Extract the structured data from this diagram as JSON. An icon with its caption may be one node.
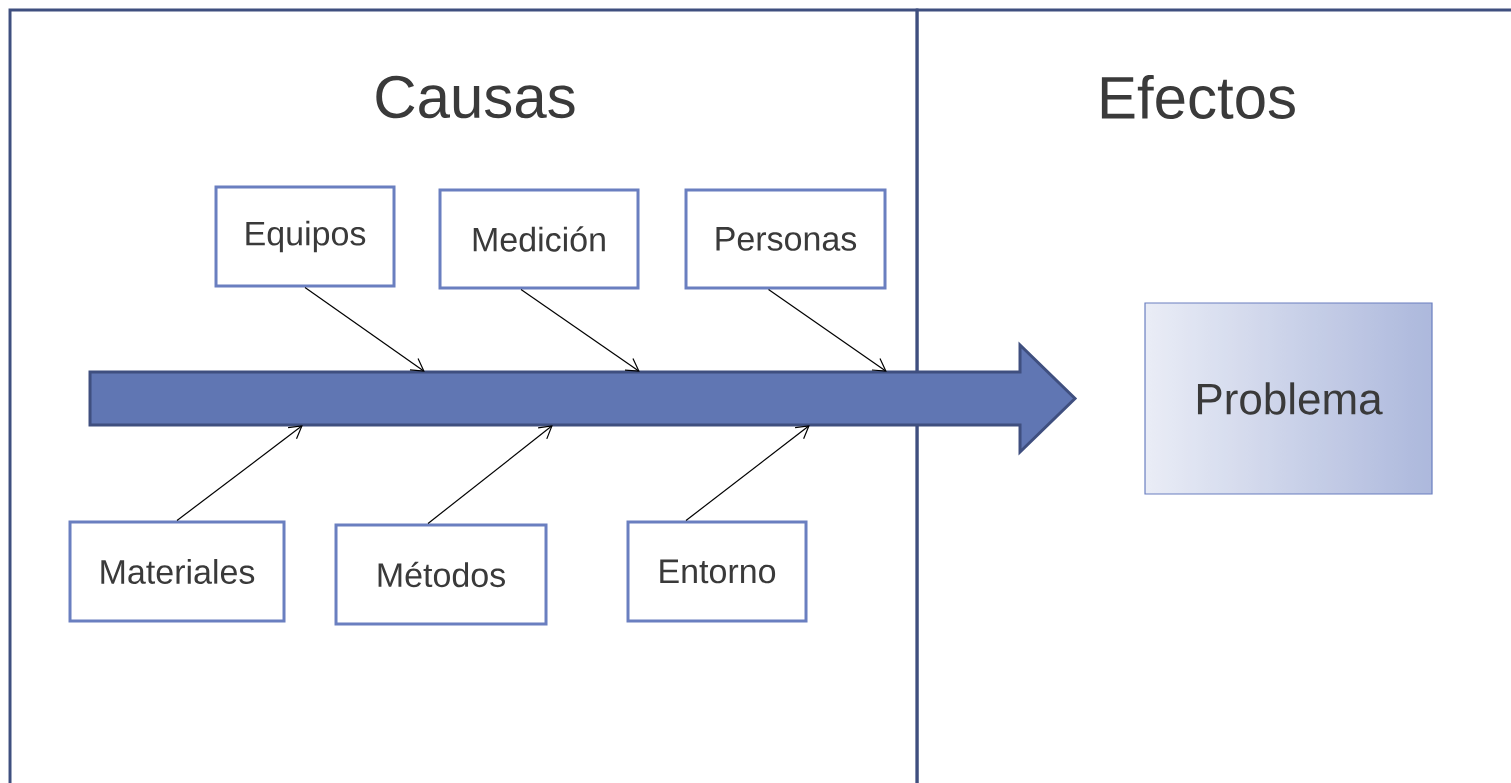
{
  "diagram": {
    "nodes": [
      {
        "text": [
          "Causas"
        ]
      },
      {
        "text": [
          "Efectos"
        ]
      },
      {
        "text": [
          "Equipos"
        ],
        "in": 0
      },
      {
        "text": [
          "Medición"
        ],
        "in": 0
      },
      {
        "text": [
          "Personas"
        ],
        "in": 0
      },
      {
        "text": [],
        "shape": "arrow"
      },
      {
        "text": [
          "Materiales"
        ],
        "in": 0
      },
      {
        "text": [
          "Métodos"
        ],
        "in": 0
      },
      {
        "text": [
          "Entorno"
        ],
        "in": 0
      },
      {
        "text": [
          "Problema"
        ],
        "in": 1
      }
    ],
    "edges": [
      {
        "from": 2,
        "to": 5,
        "arrow": "to"
      },
      {
        "from": 3,
        "to": 5,
        "arrow": "to"
      },
      {
        "from": 4,
        "to": 5,
        "arrow": "to"
      },
      {
        "from": 6,
        "to": 5,
        "arrow": "to"
      },
      {
        "from": 7,
        "to": 5,
        "arrow": "to"
      },
      {
        "from": 8,
        "to": 5,
        "arrow": "to"
      }
    ]
  }
}
